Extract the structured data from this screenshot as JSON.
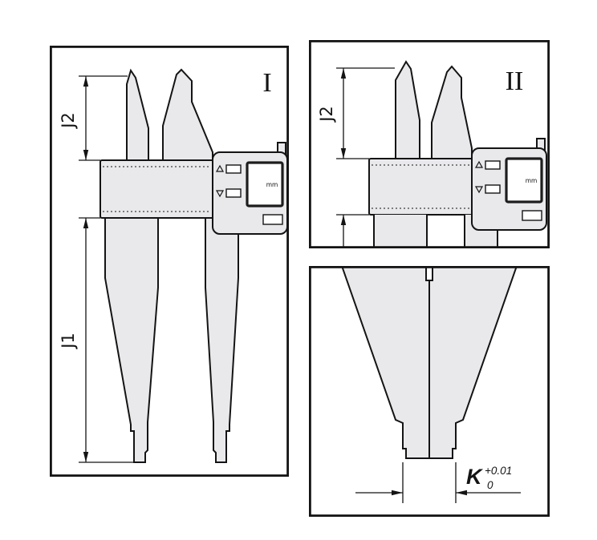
{
  "colors": {
    "background": "#ffffff",
    "body_fill": "#e9e9ec",
    "outline": "#141414"
  },
  "panel1": {
    "label": "I",
    "dim_upper_label": "J2",
    "dim_lower_label": "J1",
    "display_unit": "mm"
  },
  "panel2": {
    "label": "II",
    "dim_upper_label": "J2",
    "display_unit": "mm"
  },
  "panel3": {
    "dim_label": "K",
    "tol_upper": "+0.01",
    "tol_lower": "0"
  }
}
